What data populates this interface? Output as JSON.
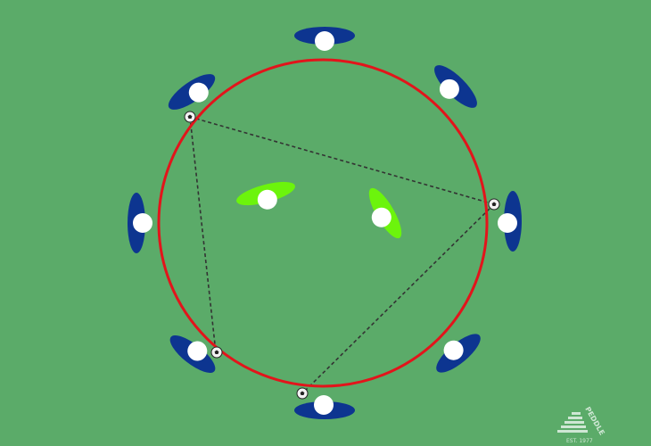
{
  "diagram": {
    "colors": {
      "pitch": "#5bab69",
      "circle": "#e3141b",
      "outside_player": "#0d3590",
      "inside_player": "#6cf40c",
      "player_head": "#ffffff",
      "pass_line": "#333333"
    },
    "outside_players": 8,
    "inside_players": 2,
    "balls": 4,
    "pass_lines": 3
  },
  "logo": {
    "name": "PEDDLE",
    "est": "EST. 1977"
  }
}
